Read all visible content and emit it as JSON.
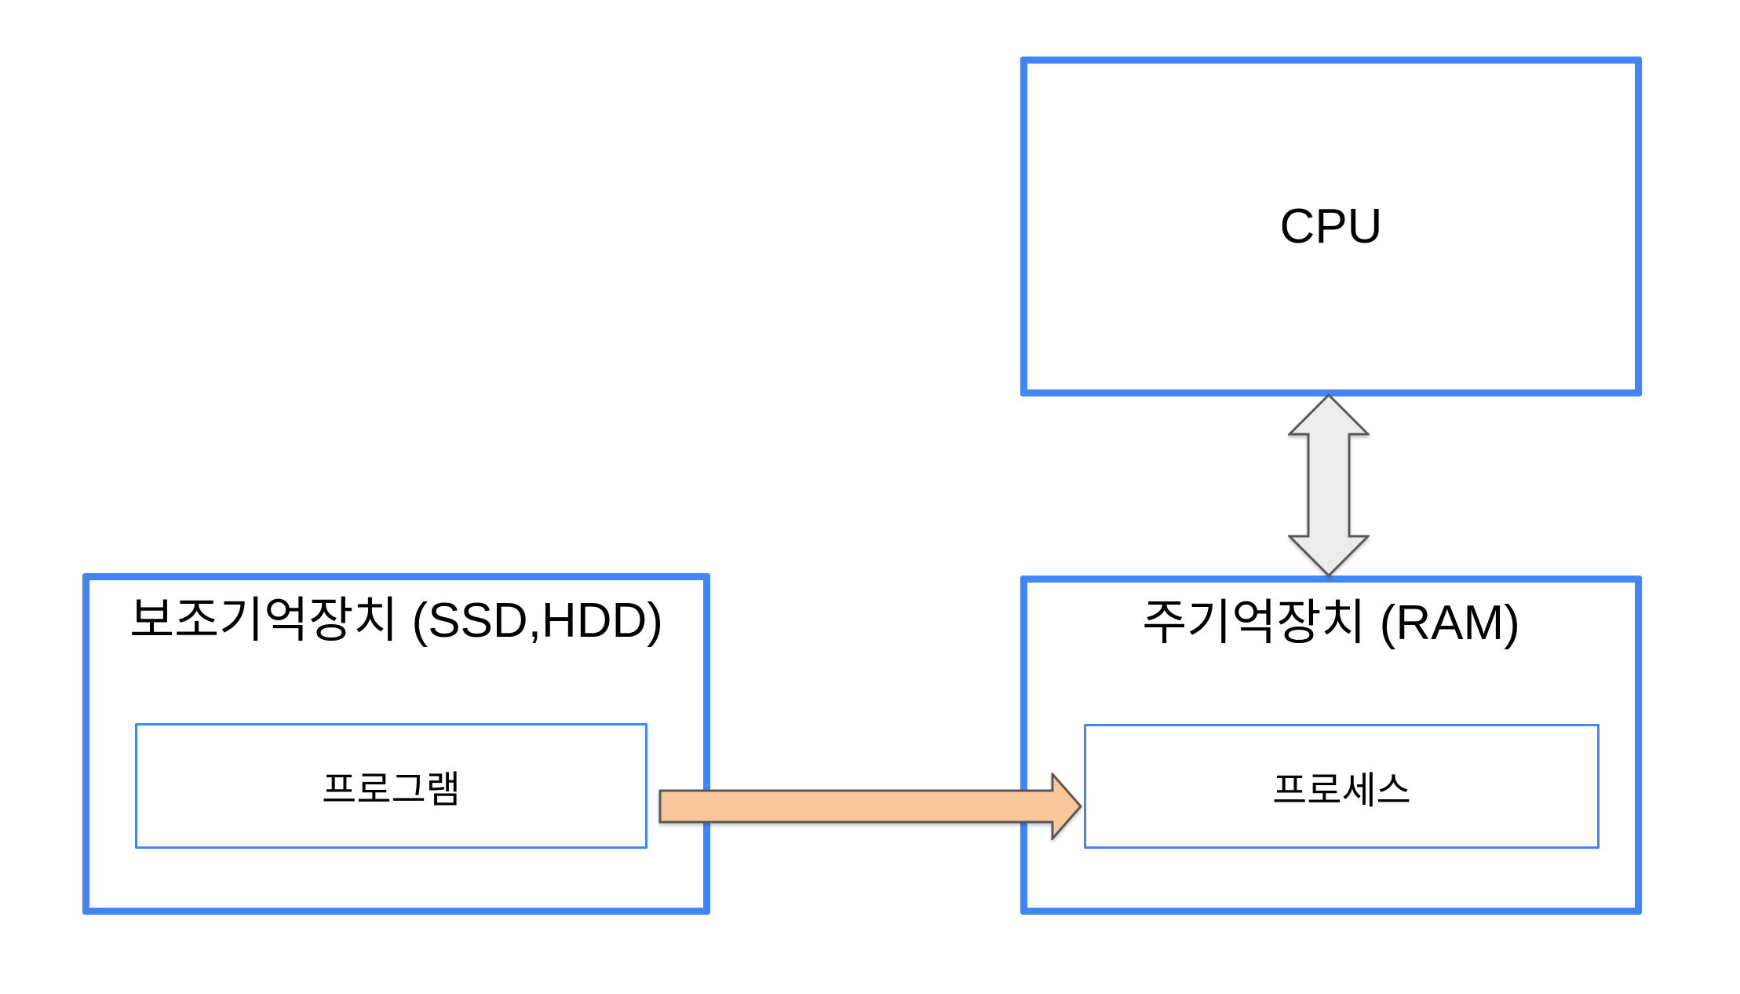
{
  "diagram": {
    "cpu": {
      "label": "CPU"
    },
    "secondary_storage": {
      "title": "보조기억장치 (SSD,HDD)",
      "program_label": "프로그램"
    },
    "main_memory": {
      "title": "주기억장치 (RAM)",
      "process_label": "프로세스"
    },
    "arrows": {
      "cpu_memory": {
        "type": "double-headed-vertical",
        "from": "CPU",
        "to": "주기억장치 (RAM)"
      },
      "program_process": {
        "type": "single-headed-horizontal",
        "from": "프로그램",
        "to": "프로세스"
      }
    },
    "colors": {
      "box_border_blue": "#4285F4",
      "inner_border_blue": "#4285F4",
      "gray_arrow_fill": "#ECECEC",
      "gray_arrow_stroke": "#595959",
      "orange_arrow_fill": "#F8C89A",
      "orange_arrow_stroke": "#595959",
      "text": "#000000",
      "background": "#FFFFFF"
    }
  }
}
